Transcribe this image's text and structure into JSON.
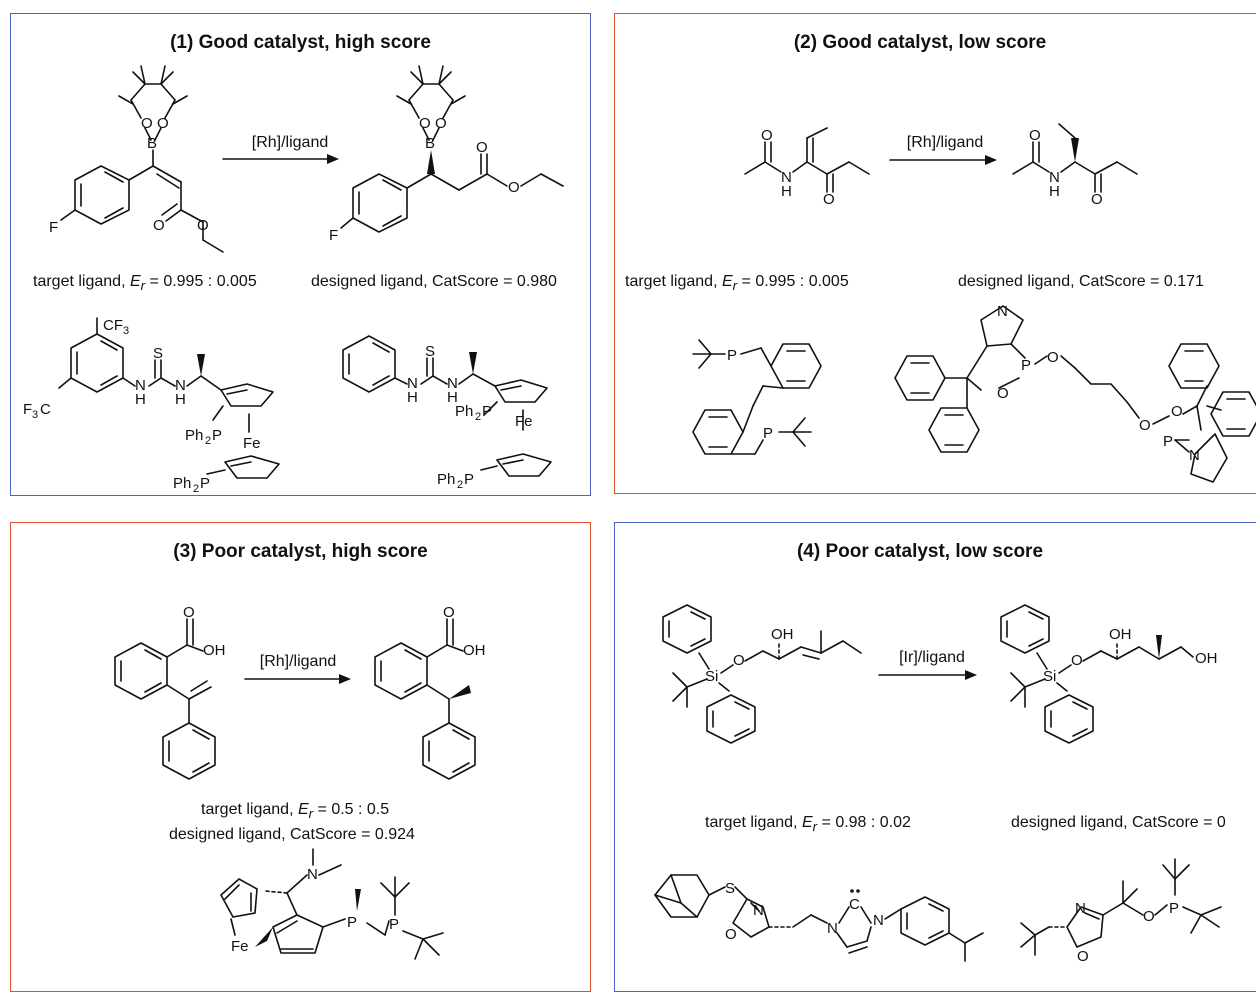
{
  "panels": [
    {
      "title": "(1) Good catalyst, high score",
      "reagent": "[Rh]/ligand",
      "target_prefix": "target ligand, ",
      "target_er_symbol": "E",
      "target_er_sub": "r",
      "target_er_value": " = 0.995 : 0.005",
      "designed": "designed ligand, CatScore = 0.980",
      "border_color": "#4a64c8"
    },
    {
      "title": "(2) Good catalyst, low score",
      "reagent": "[Rh]/ligand",
      "target_prefix": "target ligand, ",
      "target_er_symbol": "E",
      "target_er_sub": "r",
      "target_er_value": " = 0.995 : 0.005",
      "designed": "designed ligand, CatScore = 0.171",
      "border_color": "#d9542c"
    },
    {
      "title": "(3) Poor catalyst, high score",
      "reagent": "[Rh]/ligand",
      "target_prefix": "target ligand, ",
      "target_er_symbol": "E",
      "target_er_sub": "r",
      "target_er_value": " = 0.5 : 0.5",
      "designed": "designed ligand, CatScore = 0.924",
      "border_color": "#d9542c"
    },
    {
      "title": "(4) Poor catalyst, low score",
      "reagent": "[Ir]/ligand",
      "target_prefix": "target ligand, ",
      "target_er_symbol": "E",
      "target_er_sub": "r",
      "target_er_value": " = 0.98 : 0.02",
      "designed": "designed ligand, CatScore = 0",
      "border_color": "#4a64c8"
    }
  ],
  "atoms": {
    "B": "B",
    "O": "O",
    "F": "F",
    "N": "N",
    "H": "H",
    "S": "S",
    "P": "P",
    "Fe": "Fe",
    "Si": "Si",
    "OH": "OH",
    "CF3": "CF",
    "CF3_sub": "3",
    "F3C": "F",
    "F3C_sub": "3",
    "F3C_c": "C",
    "Ph2P": "Ph",
    "Ph2P_sub": "2",
    "Ph2P_p": "P",
    "C": "C"
  }
}
